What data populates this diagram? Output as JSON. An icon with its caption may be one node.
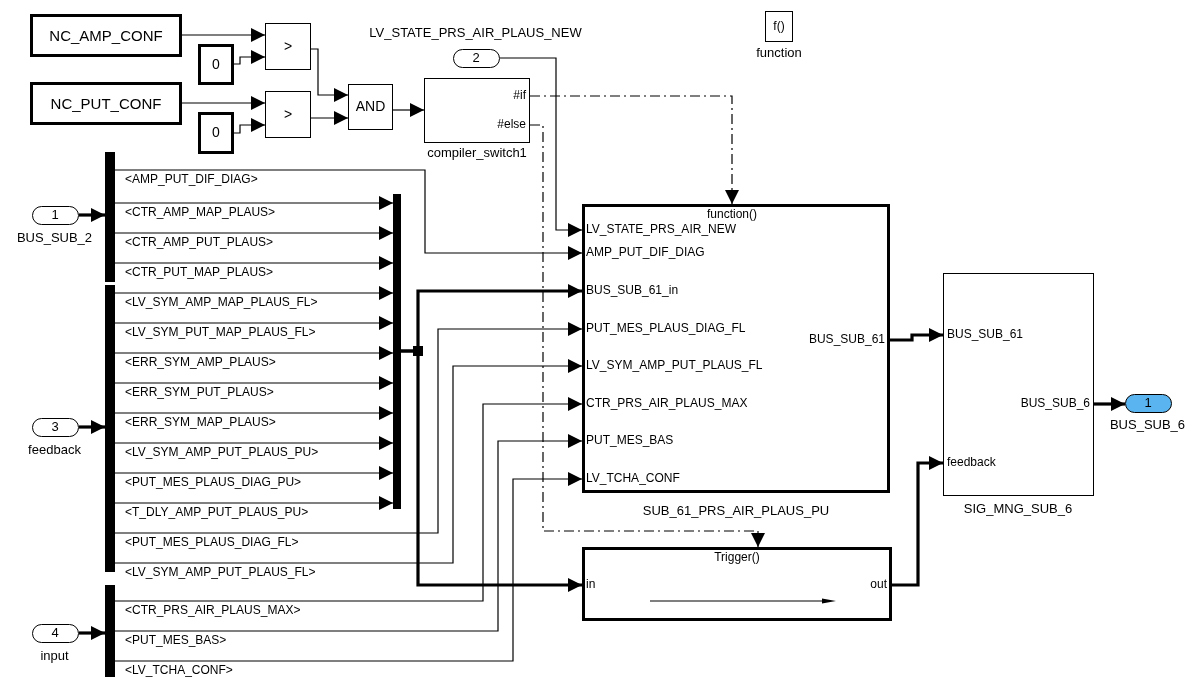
{
  "diagram": {
    "nodes": [
      {
        "text": [
          "NC_AMP_CONF"
        ]
      },
      {
        "text": [
          "0"
        ]
      },
      {
        "text": [
          ">"
        ]
      },
      {
        "text": [
          "NC_PUT_CONF"
        ]
      },
      {
        "text": [
          "0"
        ]
      },
      {
        "text": [
          ">"
        ]
      },
      {
        "text": [
          "AND"
        ]
      },
      {
        "text": [
          "#if",
          "#else",
          "compiler_switch1"
        ]
      },
      {
        "text": [
          "2"
        ],
        "beside": [
          "LV_STATE_PRS_AIR_PLAUS_NEW"
        ]
      },
      {
        "text": [
          "f()"
        ],
        "beside": [
          "function"
        ]
      },
      {
        "text": [],
        "shape": "bar"
      },
      {
        "text": [
          "1"
        ],
        "beside": [
          "BUS_SUB_2"
        ]
      },
      {
        "text": [],
        "shape": "bar"
      },
      {
        "text": [
          "3"
        ],
        "beside": [
          "feedback"
        ]
      },
      {
        "text": [],
        "shape": "bar"
      },
      {
        "text": [],
        "shape": "bar"
      },
      {
        "text": [
          "4"
        ],
        "beside": [
          "input"
        ]
      },
      {
        "text": [
          "function()",
          "LV_STATE_PRS_AIR_NEW",
          "AMP_PUT_DIF_DIAG",
          "BUS_SUB_61_in",
          "PUT_MES_PLAUS_DIAG_FL",
          "LV_SYM_AMP_PUT_PLAUS_FL",
          "CTR_PRS_AIR_PLAUS_MAX",
          "PUT_MES_BAS",
          "LV_TCHA_CONF",
          "BUS_SUB_61",
          "SUB_61_PRS_AIR_PLAUS_PU"
        ]
      },
      {
        "text": [
          "Trigger()",
          "in",
          "out"
        ]
      },
      {
        "text": [
          "BUS_SUB_61",
          "BUS_SUB_6",
          "feedback",
          "SIG_MNG_SUB_6"
        ]
      },
      {
        "text": [
          "1"
        ],
        "beside": [
          "BUS_SUB_6"
        ]
      }
    ],
    "edges": [
      {
        "from": 0,
        "to": 2,
        "arrow": "to"
      },
      {
        "from": 1,
        "to": 2,
        "arrow": "to"
      },
      {
        "from": 3,
        "to": 5,
        "arrow": "to"
      },
      {
        "from": 4,
        "to": 5,
        "arrow": "to"
      },
      {
        "from": 2,
        "to": 6,
        "arrow": "to"
      },
      {
        "from": 5,
        "to": 6,
        "arrow": "to"
      },
      {
        "from": 6,
        "to": 7,
        "arrow": "to"
      },
      {
        "from": 7,
        "to": 17,
        "arrow": "to",
        "style": "dashed"
      },
      {
        "from": 7,
        "to": 18,
        "arrow": "to",
        "style": "dashed"
      },
      {
        "from": 8,
        "to": 17,
        "arrow": "to"
      },
      {
        "from": 11,
        "to": 10,
        "arrow": "to",
        "style": "thick"
      },
      {
        "from": 10,
        "to": 17,
        "arrow": "to",
        "label": "<AMP_PUT_DIF_DIAG>"
      },
      {
        "from": 10,
        "to": 14,
        "arrow": "to",
        "label": "<CTR_AMP_MAP_PLAUS>"
      },
      {
        "from": 10,
        "to": 14,
        "arrow": "to",
        "label": "<CTR_AMP_PUT_PLAUS>"
      },
      {
        "from": 10,
        "to": 14,
        "arrow": "to",
        "label": "<CTR_PUT_MAP_PLAUS>"
      },
      {
        "from": 13,
        "to": 12,
        "arrow": "to",
        "style": "thick"
      },
      {
        "from": 12,
        "to": 14,
        "arrow": "to",
        "label": "<LV_SYM_AMP_MAP_PLAUS_FL>"
      },
      {
        "from": 12,
        "to": 14,
        "arrow": "to",
        "label": "<LV_SYM_PUT_MAP_PLAUS_FL>"
      },
      {
        "from": 12,
        "to": 14,
        "arrow": "to",
        "label": "<ERR_SYM_AMP_PLAUS>"
      },
      {
        "from": 12,
        "to": 14,
        "arrow": "to",
        "label": "<ERR_SYM_PUT_PLAUS>"
      },
      {
        "from": 12,
        "to": 14,
        "arrow": "to",
        "label": "<ERR_SYM_MAP_PLAUS>"
      },
      {
        "from": 12,
        "to": 14,
        "arrow": "to",
        "label": "<LV_SYM_AMP_PUT_PLAUS_PU>"
      },
      {
        "from": 12,
        "to": 14,
        "arrow": "to",
        "label": "<PUT_MES_PLAUS_DIAG_PU>"
      },
      {
        "from": 12,
        "to": 14,
        "arrow": "to",
        "label": "<T_DLY_AMP_PUT_PLAUS_PU>"
      },
      {
        "from": 12,
        "to": 17,
        "arrow": "to",
        "label": "<PUT_MES_PLAUS_DIAG_FL>"
      },
      {
        "from": 12,
        "to": 17,
        "arrow": "to",
        "label": "<LV_SYM_AMP_PUT_PLAUS_FL>"
      },
      {
        "from": 16,
        "to": 15,
        "arrow": "to",
        "style": "thick"
      },
      {
        "from": 15,
        "to": 17,
        "arrow": "to",
        "label": "<CTR_PRS_AIR_PLAUS_MAX>"
      },
      {
        "from": 15,
        "to": 17,
        "arrow": "to",
        "label": "<PUT_MES_BAS>"
      },
      {
        "from": 15,
        "to": 17,
        "arrow": "to",
        "label": "<LV_TCHA_CONF>"
      },
      {
        "from": 14,
        "to": 17,
        "arrow": "to",
        "style": "thick"
      },
      {
        "from": 14,
        "to": 18,
        "arrow": "to",
        "style": "thick"
      },
      {
        "from": 17,
        "to": 19,
        "arrow": "to",
        "style": "thick"
      },
      {
        "from": 18,
        "to": 19,
        "arrow": "to",
        "style": "thick"
      },
      {
        "from": 19,
        "to": 20,
        "arrow": "to",
        "style": "thick"
      }
    ]
  }
}
